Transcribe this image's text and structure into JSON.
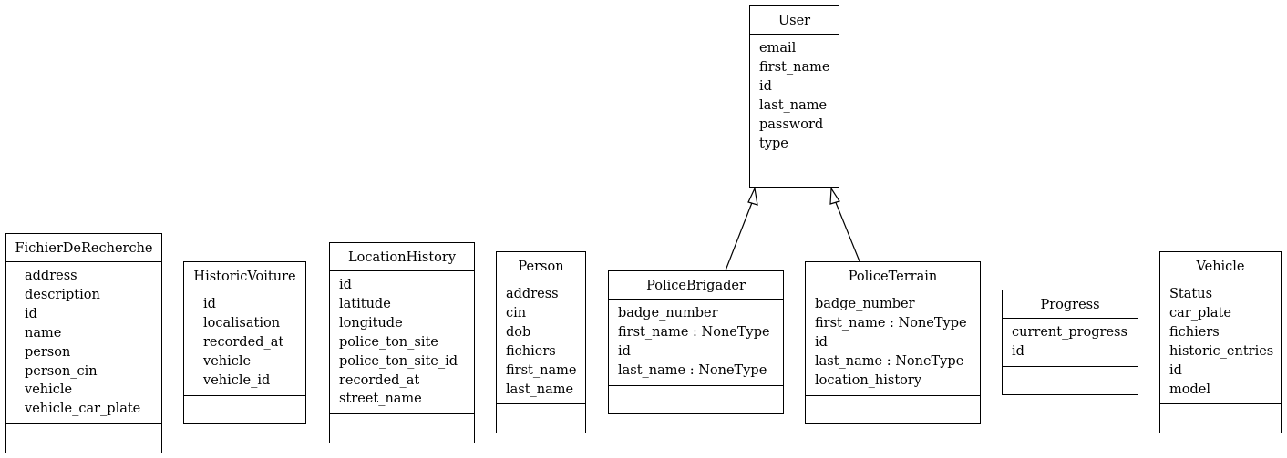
{
  "diagram": {
    "classes": [
      {
        "id": "user",
        "name": "User",
        "attributes": [
          "email",
          "first_name",
          "id",
          "last_name",
          "password",
          "type"
        ]
      },
      {
        "id": "fichier",
        "name": "FichierDeRecherche",
        "attributes": [
          "address",
          "description",
          "id",
          "name",
          "person",
          "person_cin",
          "vehicle",
          "vehicle_car_plate"
        ]
      },
      {
        "id": "historic",
        "name": "HistoricVoiture",
        "attributes": [
          "id",
          "localisation",
          "recorded_at",
          "vehicle",
          "vehicle_id"
        ]
      },
      {
        "id": "location",
        "name": "LocationHistory",
        "attributes": [
          "id",
          "latitude",
          "longitude",
          "police_ton_site",
          "police_ton_site_id",
          "recorded_at",
          "street_name"
        ]
      },
      {
        "id": "person",
        "name": "Person",
        "attributes": [
          "address",
          "cin",
          "dob",
          "fichiers",
          "first_name",
          "last_name"
        ]
      },
      {
        "id": "brigader",
        "name": "PoliceBrigader",
        "attributes": [
          "badge_number",
          "first_name : NoneType",
          "id",
          "last_name : NoneType"
        ]
      },
      {
        "id": "terrain",
        "name": "PoliceTerrain",
        "attributes": [
          "badge_number",
          "first_name : NoneType",
          "id",
          "last_name : NoneType",
          "location_history"
        ]
      },
      {
        "id": "progress",
        "name": "Progress",
        "attributes": [
          "current_progress",
          "id"
        ]
      },
      {
        "id": "vehicle",
        "name": "Vehicle",
        "attributes": [
          "Status",
          "car_plate",
          "fichiers",
          "historic_entries",
          "id",
          "model"
        ]
      }
    ],
    "inheritance": [
      {
        "from": "brigader",
        "to": "user"
      },
      {
        "from": "terrain",
        "to": "user"
      }
    ]
  }
}
